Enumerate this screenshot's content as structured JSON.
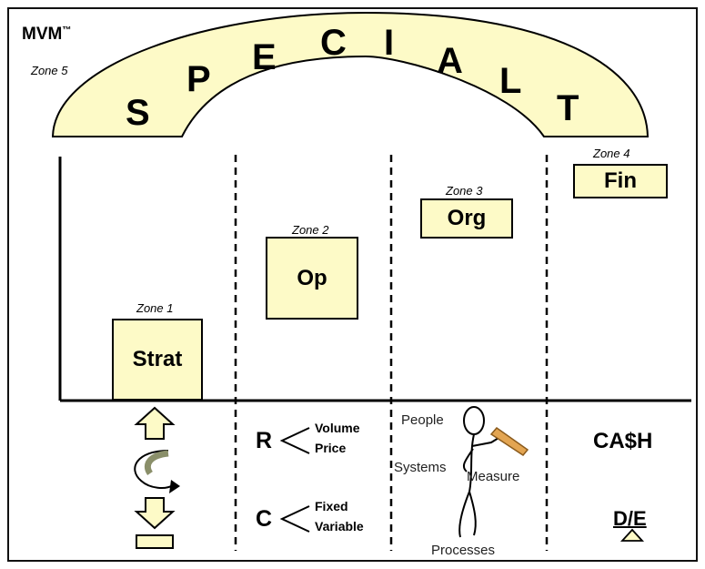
{
  "brand": {
    "name": "MVM",
    "mark": "™"
  },
  "arch": {
    "zone_label": "Zone 5",
    "letters": [
      "S",
      "P",
      "E",
      "C",
      "I",
      "A",
      "L",
      "T"
    ]
  },
  "zones": {
    "zone1": {
      "label": "Zone 1",
      "box": "Strat"
    },
    "zone2": {
      "label": "Zone 2",
      "box": "Op"
    },
    "zone3": {
      "label": "Zone 3",
      "box": "Org"
    },
    "zone4": {
      "label": "Zone 4",
      "box": "Fin"
    }
  },
  "col_op": {
    "r": "R",
    "r_items": [
      "Volume",
      "Price"
    ],
    "c": "C",
    "c_items": [
      "Fixed",
      "Variable"
    ]
  },
  "col_org": {
    "people": "People",
    "systems": "Systems",
    "measure": "Measure",
    "processes": "Processes"
  },
  "col_fin": {
    "cash": "CA$H",
    "de": "D/E"
  },
  "colors": {
    "fill": "#fdfac7",
    "line": "#000000"
  }
}
